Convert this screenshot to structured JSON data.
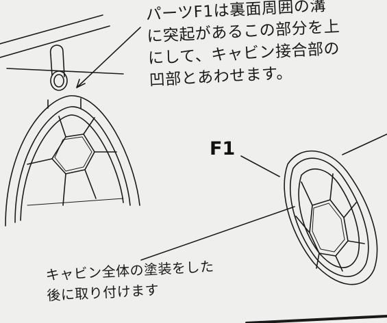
{
  "instructions": {
    "top_note_lines": [
      "パーツF1は裏面周囲の溝",
      "に突起があるこの部分を上",
      "にして、キャビン接合部の",
      "凹部とあわせます。"
    ],
    "bottom_note_lines": [
      "キャビン全体の塗装をした",
      "後に取り付けます"
    ]
  },
  "part_label": "F1",
  "colors": {
    "ink": "#1a1a1a",
    "paper": "#efefed"
  }
}
